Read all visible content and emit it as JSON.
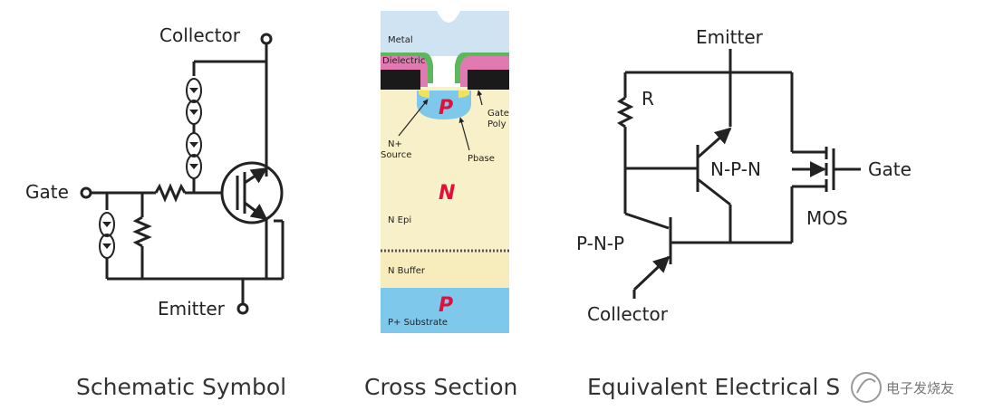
{
  "schematic": {
    "collector": "Collector",
    "gate": "Gate",
    "emitter": "Emitter",
    "caption": "Schematic Symbol"
  },
  "cross_section": {
    "metal": "Metal",
    "dielectric": "Dielectric",
    "p_top": "P",
    "gate_poly": "Gate\nPoly",
    "n_source": "N+\nSource",
    "pbase": "Pbase",
    "n_big": "N",
    "n_epi": "N Epi",
    "n_buffer": "N Buffer",
    "p_bottom": "P",
    "p_substrate": "P+ Substrate",
    "caption": "Cross Section",
    "colors": {
      "metal": "#cfe3f3",
      "dielectric": "#5cb85c",
      "poly": "#1a1a1a",
      "pink": "#e07ab0",
      "pbase": "#7ec8ec",
      "nplus": "#f2e25a",
      "nepi": "#f8f0c8",
      "substrate": "#7ec8ec"
    }
  },
  "equivalent": {
    "emitter": "Emitter",
    "r": "R",
    "npn": "N-P-N",
    "gate": "Gate",
    "mos": "MOS",
    "pnp": "P-N-P",
    "collector": "Collector",
    "caption": "Equivalent Electrical S"
  },
  "watermark": "电子发烧友"
}
